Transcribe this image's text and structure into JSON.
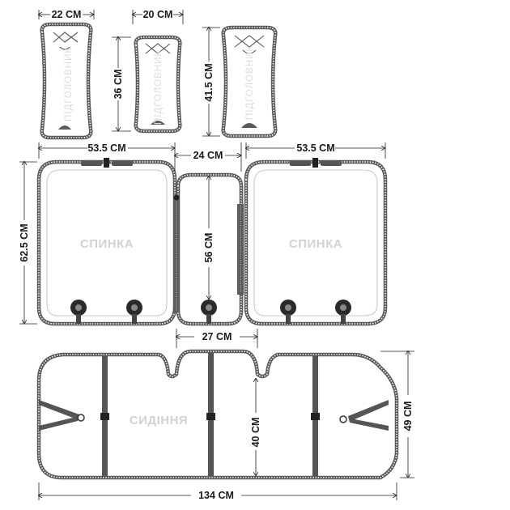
{
  "headrests": {
    "left": {
      "width": "22 CM",
      "label": "ПІДГОЛОВНИК"
    },
    "middle": {
      "width": "20 CM",
      "height": "36 CM",
      "label": "ПІДГОЛОВНИК"
    },
    "right": {
      "height": "41.5 CM",
      "label": "ПІДГОЛОВНИК"
    }
  },
  "backrest": {
    "left": {
      "width": "53.5 CM",
      "label": "СПИНКА"
    },
    "middle": {
      "width": "24 CM",
      "height": "56 CM"
    },
    "right": {
      "width": "53.5 CM",
      "label": "СПИНКА"
    },
    "height": "62.5 CM"
  },
  "seat": {
    "label": "СИДІННЯ",
    "tab_width": "27 CM",
    "width": "134 CM",
    "inner_height": "40 CM",
    "height": "49 CM"
  },
  "colors": {
    "outline": "#5a5a5a",
    "strap": "#555555",
    "label": "#d2d2d2",
    "dimension": "#1a1a1a"
  }
}
